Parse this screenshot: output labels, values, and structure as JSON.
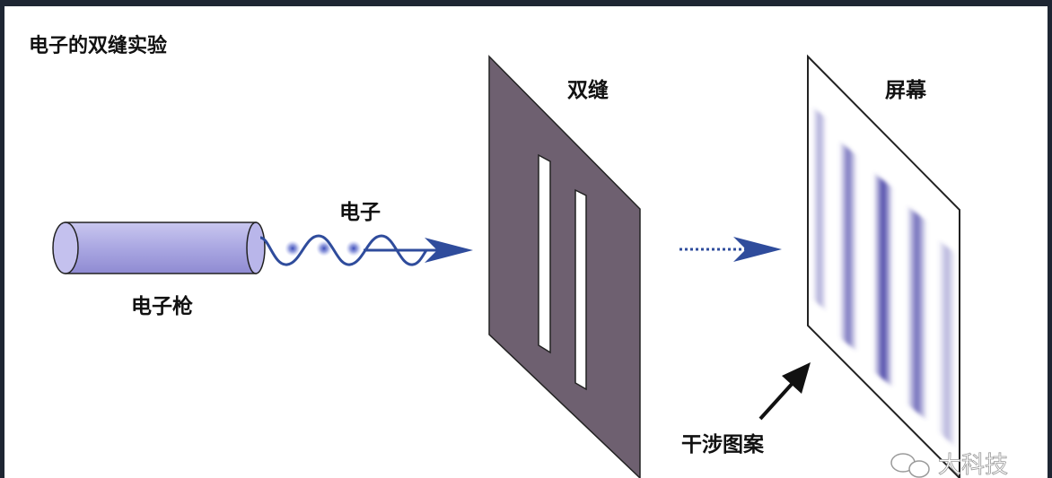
{
  "diagram": {
    "title": "电子的双缝实验",
    "labels": {
      "electron": "电子",
      "electron_gun": "电子枪",
      "double_slit": "双缝",
      "screen": "屏幕",
      "interference_pattern": "干涉图案"
    },
    "watermark": "大科技",
    "colors": {
      "gun_fill": "#a9a6e0",
      "slit_plate": "#6e6070",
      "arrow": "#2f4c9c",
      "fringe": "#4b46a8"
    }
  }
}
